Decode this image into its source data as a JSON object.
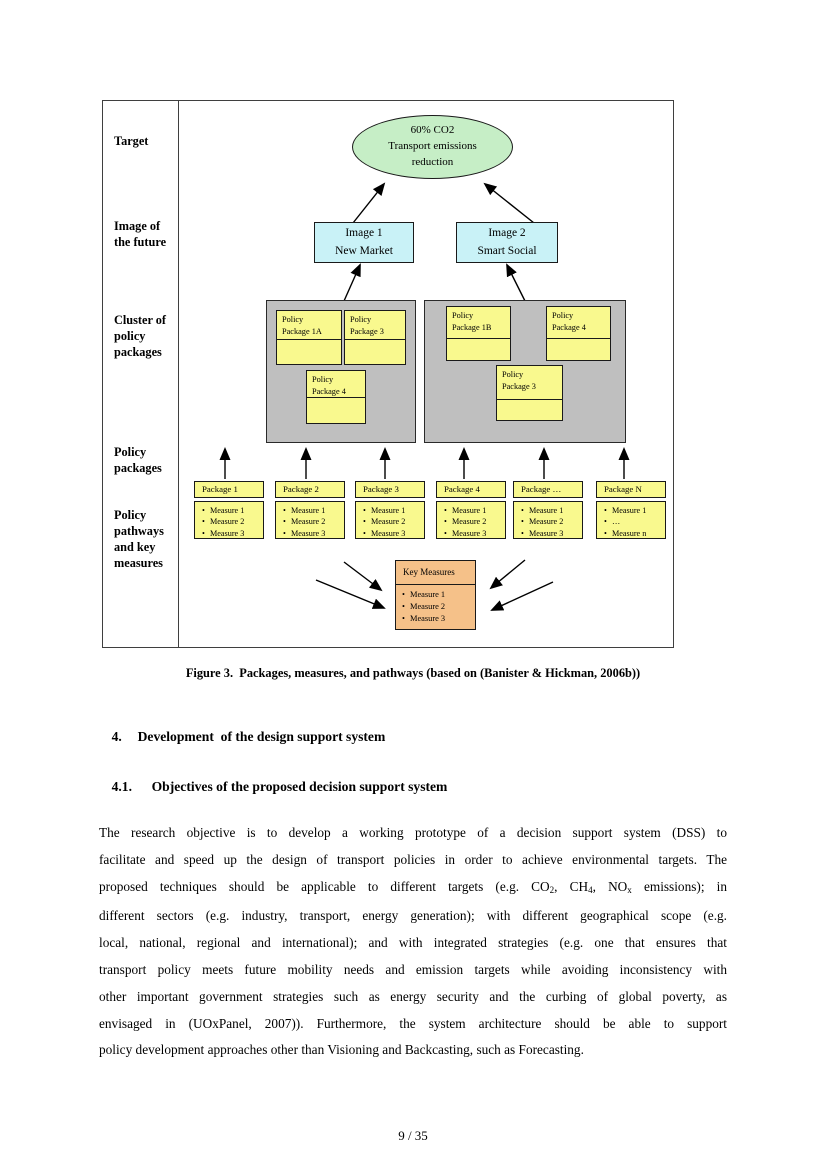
{
  "colors": {
    "green": "#c6eec6",
    "cyan": "#c9f2f7",
    "yellow": "#f9f98e",
    "gray": "#bfbfbf",
    "orange": "#f5c189"
  },
  "figure": {
    "row_labels": [
      {
        "label": "Target"
      },
      {
        "label": "Image of\nthe future"
      },
      {
        "label": "Cluster of\npolicy\npackages"
      },
      {
        "label": "Policy\npackages"
      },
      {
        "label": "Policy\npathways\nand key\nmeasures"
      }
    ],
    "target_ellipse": {
      "text": "60% CO2\nTransport emissions\nreduction"
    },
    "images": [
      {
        "text": "Image 1\nNew Market"
      },
      {
        "text": "Image 2\nSmart Social"
      }
    ],
    "clusters": [
      {
        "packages": [
          {
            "label": "Policy\nPackage 1A"
          },
          {
            "label": "Policy\nPackage 3"
          },
          {
            "label": "Policy\nPackage 4"
          }
        ]
      },
      {
        "packages": [
          {
            "label": "Policy\nPackage 1B"
          },
          {
            "label": "Policy\nPackage 4"
          },
          {
            "label": "Policy\nPackage 3"
          }
        ]
      }
    ],
    "packages": [
      {
        "title": "Package 1",
        "measures": [
          "Measure 1",
          "Measure 2",
          "Measure 3"
        ]
      },
      {
        "title": "Package 2",
        "measures": [
          "Measure 1",
          "Measure 2",
          "Measure 3"
        ]
      },
      {
        "title": "Package 3",
        "measures": [
          "Measure 1",
          "Measure 2",
          "Measure 3"
        ]
      },
      {
        "title": "Package 4",
        "measures": [
          "Measure 1",
          "Measure 2",
          "Measure 3"
        ]
      },
      {
        "title": "Package …",
        "measures": [
          "Measure 1",
          "Measure 2",
          "Measure 3"
        ]
      },
      {
        "title": "Package N",
        "measures": [
          "Measure 1",
          "…",
          "Measure n"
        ]
      }
    ],
    "key_measures": {
      "title": "Key Measures",
      "measures": [
        "Measure 1",
        "Measure 2",
        "Measure 3"
      ]
    }
  },
  "caption": "Figure 3.  Packages, measures, and pathways (based on (Banister & Hickman, 2006b))",
  "section": {
    "number": "4.",
    "title": "Development  of the design support system"
  },
  "subsection": {
    "number": "4.1.",
    "title": "Objectives of the proposed decision support system"
  },
  "paragraph_lines": [
    "The research objective is to develop a working prototype of a decision support system (DSS) to",
    "facilitate and speed up the design of transport policies in order to achieve environmental targets.  The",
    [
      {
        "t": "proposed techniques should be applicable to different targets (e.g. CO"
      },
      {
        "t": "2",
        "sub": true
      },
      {
        "t": ", CH"
      },
      {
        "t": "4",
        "sub": true
      },
      {
        "t": ", NO"
      },
      {
        "t": "x",
        "sub": true
      },
      {
        "t": " emissions); in"
      }
    ],
    "different sectors (e.g. industry, transport, energy generation); with different geographical scope (e.g.",
    "local, national, regional and international); and with integrated strategies (e.g. one that ensures that",
    "transport policy meets future mobility needs and emission targets while avoiding inconsistency with",
    "other important government strategies such as energy security and the curbing of global poverty, as",
    "envisaged in (UOxPanel, 2007)).  Furthermore, the system architecture should be able to support",
    "policy development approaches other than Visioning and Backcasting, such as Forecasting."
  ],
  "page_number": "9 / 35"
}
